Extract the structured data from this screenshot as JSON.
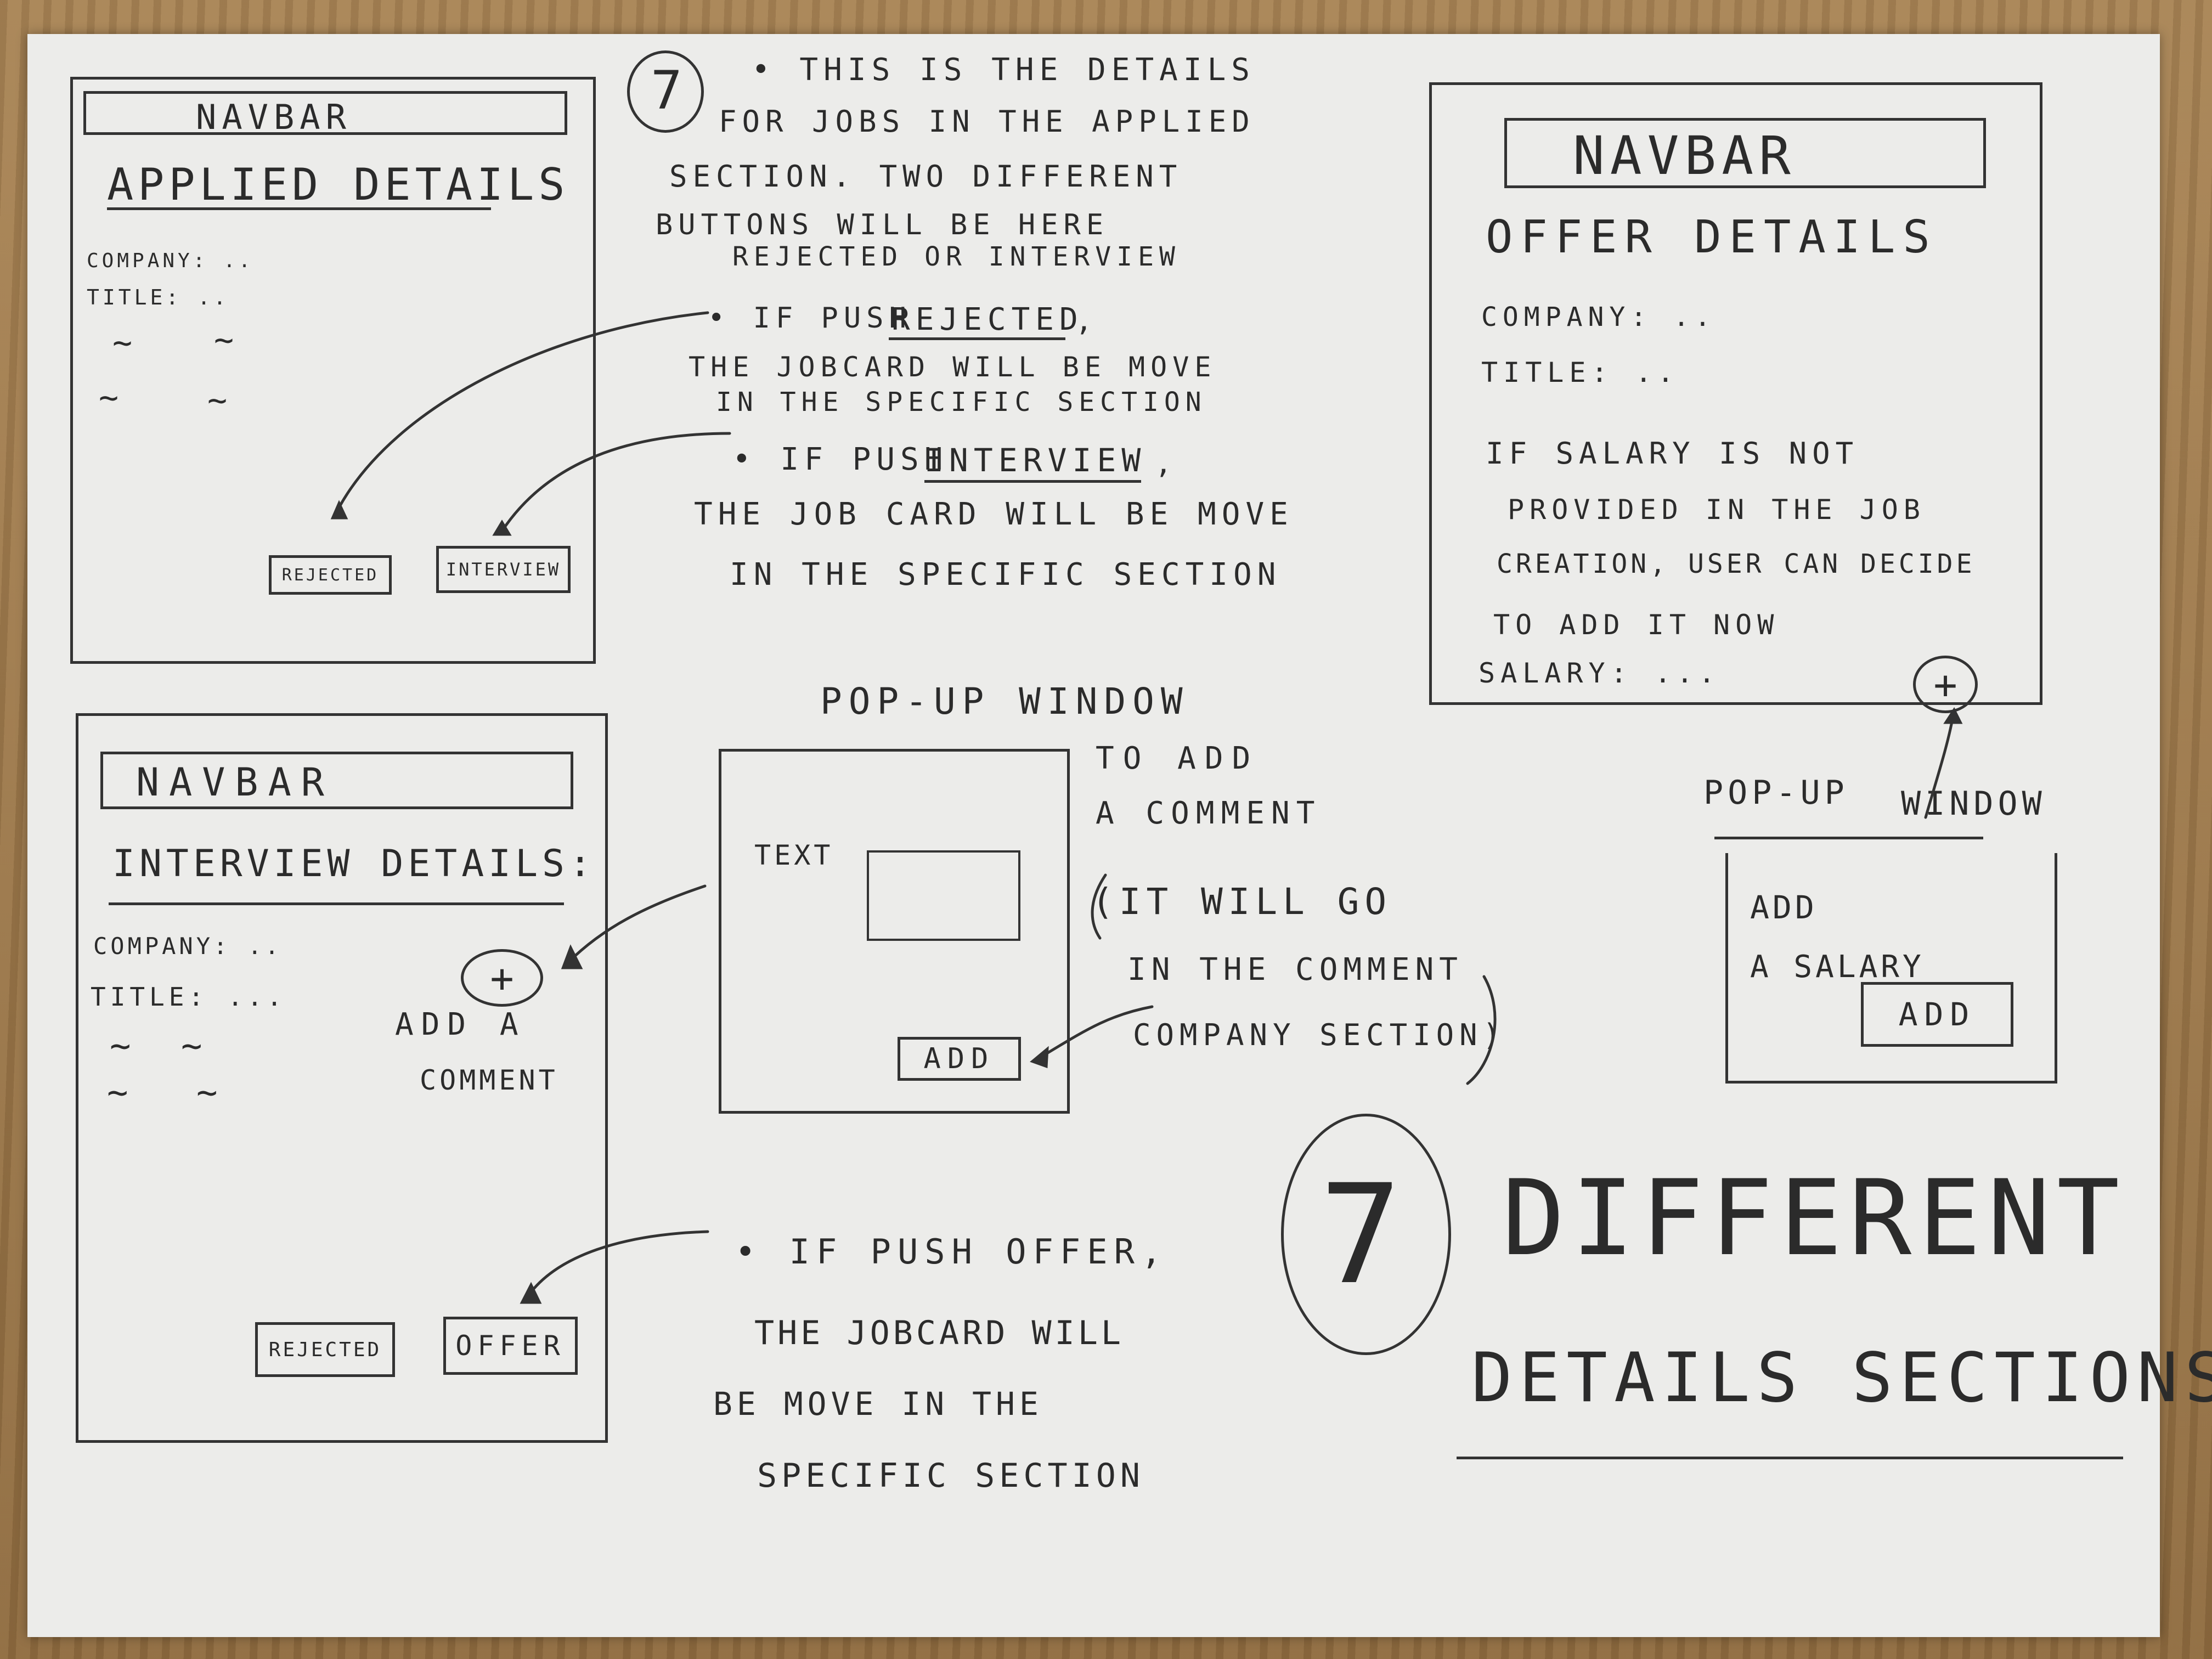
{
  "applied": {
    "navbar": "NAVBAR",
    "title": "APPLIED DETAILS",
    "company": "COMPANY: ..",
    "title_field": "TITLE: ..",
    "squiggles": [
      "~",
      "~",
      "~",
      "~"
    ],
    "btn_rejected": "REJECTED",
    "btn_interview": "INTERVIEW"
  },
  "offer": {
    "navbar": "NAVBAR",
    "title": "OFFER DETAILS",
    "company": "COMPANY: ..",
    "title_field": "TITLE: ..",
    "note": [
      "IF SALARY IS NOT",
      "PROVIDED IN THE JOB",
      "CREATION, USER CAN DECIDE",
      "TO ADD IT NOW"
    ],
    "salary": "SALARY: ...",
    "plus": "+"
  },
  "interview": {
    "navbar": "NAVBAR",
    "title": "INTERVIEW DETAILS:",
    "company": "COMPANY: ..",
    "title_field": "TITLE: ...",
    "squiggles": [
      "~",
      "~",
      "~",
      "~"
    ],
    "plus": "+",
    "add_comment": [
      "ADD A",
      "COMMENT"
    ],
    "btn_rejected": "REJECTED",
    "btn_offer": "OFFER"
  },
  "notes": {
    "number": "7",
    "intro": [
      "• THIS IS THE DETAILS",
      "FOR JOBS IN THE APPLIED",
      "SECTION. TWO DIFFERENT",
      "BUTTONS WILL BE HERE",
      "REJECTED OR INTERVIEW"
    ],
    "rejected_prefix": "• IF PUSH",
    "rejected_word": "REJECTED",
    "rejected_comma": ",",
    "rejected_rest": [
      "THE JOBCARD WILL BE MOVE",
      "IN THE SPECIFIC SECTION"
    ],
    "interview_prefix": "• IF PUSH",
    "interview_word": "INTERVIEW",
    "interview_comma": ",",
    "interview_rest": [
      "THE JOB CARD WILL BE MOVE",
      "IN THE SPECIFIC SECTION"
    ],
    "offer_note": [
      "• IF PUSH OFFER,",
      "THE JOBCARD WILL",
      "BE MOVE IN THE",
      "SPECIFIC SECTION"
    ]
  },
  "comment_popup": {
    "heading": "POP-UP WINDOW",
    "text_label": "TEXT",
    "add_btn": "ADD",
    "side_note": [
      "TO ADD",
      "A COMMENT"
    ],
    "paren_note": [
      "(IT WILL GO",
      "IN THE COMMENT",
      "COMPANY SECTION)"
    ]
  },
  "salary_popup": {
    "heading_left": "POP-UP",
    "heading_right": "WINDOW",
    "line1": "ADD",
    "line2": "A SALARY",
    "add_btn": "ADD"
  },
  "summary": {
    "number": "7",
    "line1": "DIFFERENT",
    "line2": "DETAILS SECTIONS"
  }
}
